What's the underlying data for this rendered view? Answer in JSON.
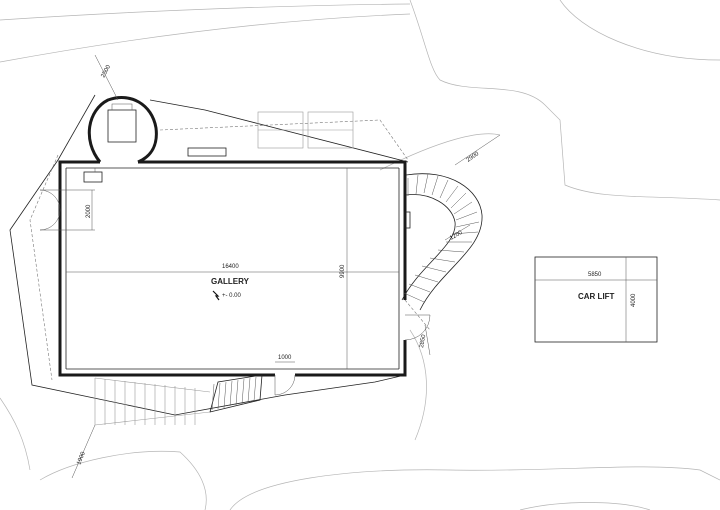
{
  "rooms": {
    "gallery": "GALLERY",
    "level": "+- 0.00",
    "car_lift": "CAR LIFT"
  },
  "dimensions": {
    "gallery_width": "16400",
    "gallery_depth": "9900",
    "door_width": "1000",
    "entry_width": "2000",
    "elevator_offset": "2500",
    "stair_offset": "2900",
    "stair_width": "1200",
    "car_lift_width": "5850",
    "car_lift_depth": "4000",
    "side_door": "2850",
    "ramp_offset": "1900"
  }
}
